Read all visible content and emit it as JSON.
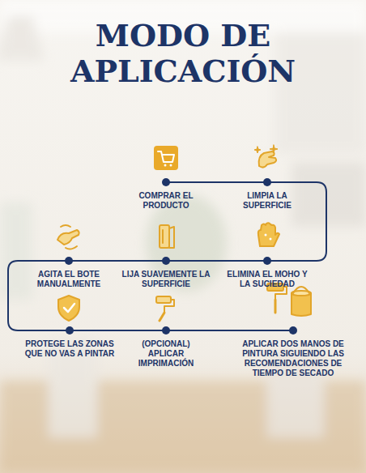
{
  "diagram": {
    "title": "MODO DE APLICACIÓN",
    "nodes": [
      {
        "text": [
          "COMPRAR EL PRODUCTO"
        ]
      },
      {
        "text": [
          "LIMPIA LA SUPERFICIE"
        ]
      },
      {
        "text": [
          "ELIMINA EL MOHO Y LA SUCIEDAD"
        ]
      },
      {
        "text": [
          "LIJA SUAVEMENTE LA SUPERFICIE"
        ]
      },
      {
        "text": [
          "AGITA EL BOTE MANUALMENTE"
        ]
      },
      {
        "text": [
          "PROTEGE LAS ZONAS QUE NO VAS A PINTAR"
        ]
      },
      {
        "text": [
          "(OPCIONAL) APLICAR IMPRIMACIÓN"
        ]
      },
      {
        "text": [
          "APLICAR DOS MANOS DE PINTURA SIGUIENDO LAS RECOMENDACIONES DE TIEMPO DE SECADO"
        ]
      }
    ],
    "edges": [
      {
        "from": 0,
        "to": 1,
        "arrow": "none"
      },
      {
        "from": 1,
        "to": 2,
        "arrow": "none"
      },
      {
        "from": 2,
        "to": 3,
        "arrow": "none"
      },
      {
        "from": 3,
        "to": 4,
        "arrow": "none"
      },
      {
        "from": 4,
        "to": 5,
        "arrow": "none"
      },
      {
        "from": 5,
        "to": 6,
        "arrow": "none"
      },
      {
        "from": 6,
        "to": 7,
        "arrow": "none"
      }
    ]
  }
}
